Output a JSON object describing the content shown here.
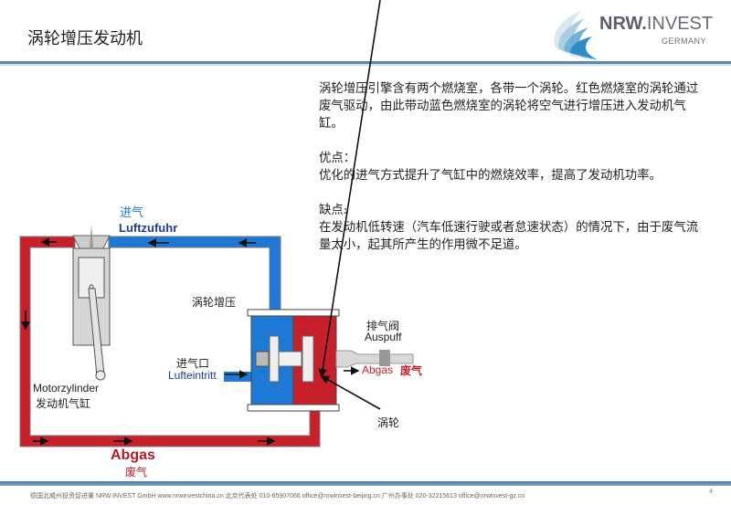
{
  "header": {
    "title": "涡轮增压发动机"
  },
  "logo": {
    "name_bold": "NRW.",
    "name_light": "INVEST",
    "subtitle": "GERMANY"
  },
  "body": {
    "intro": "涡轮增压引擎含有两个燃烧室，各带一个涡轮。红色燃烧室的涡轮通过废气驱动，由此带动蓝色燃烧室的涡轮将空气进行增压进入发动机气缸。",
    "pros_heading": "优点：",
    "pros_text": "优化的进气方式提升了气缸中的燃烧效率，提高了发动机功率。",
    "cons_heading": "缺点:",
    "cons_text": "在发动机低转速（汽车低速行驶或者怠速状态）的情况下，由于废气流量太小，起其所产生的作用微不足道。"
  },
  "diagram": {
    "intake_cn": "进气",
    "intake_de": "Luftzufuhr",
    "turbo_label": "涡轮增压",
    "exhaust_valve_cn": "排气阀",
    "exhaust_valve_de": "Auspuff",
    "exhaust_out_de": "Abgas",
    "exhaust_out_cn": "废气",
    "air_inlet_cn": "进气口",
    "air_inlet_de": "Lufteintritt",
    "cylinder_de": "Motorzylinder",
    "cylinder_cn": "发动机气缸",
    "turbine_label": "涡轮",
    "exhaust_de": "Abgas",
    "exhaust_cn": "废气",
    "colors": {
      "hot": "#c8202a",
      "cold": "#1e78d6",
      "label_blue": "#1b3f8f"
    }
  },
  "footer": {
    "text": "德国北威州投资促进署 NRW.INVEST GmbH    www.nrwinvestchina.cn   北京代表处 010-65907066 office@nrwinvest-beijing.cn   广州办事处 020-32215613 office@nrwinvest-gz.cn",
    "page_number": "4"
  }
}
